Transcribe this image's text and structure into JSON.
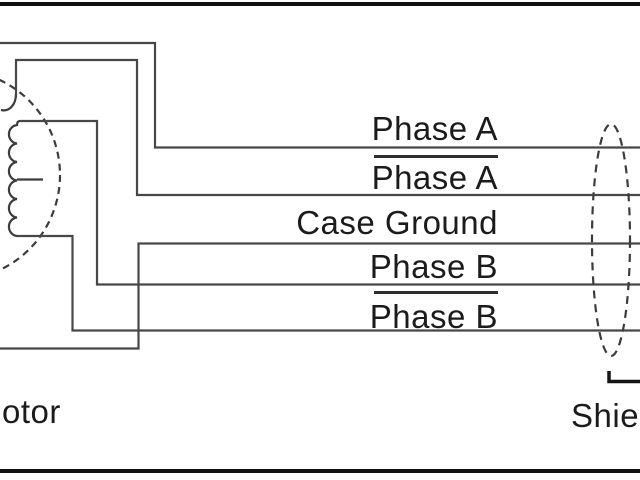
{
  "diagram": {
    "type": "stepper-motor-wiring-diagram",
    "motor": {
      "label": "Motor"
    },
    "shield": {
      "label": "Shield"
    },
    "wires": {
      "phase_a": {
        "label": "Phase A",
        "overline": false
      },
      "phase_a_bar": {
        "label": "Phase A",
        "overline": true
      },
      "case_ground": {
        "label": "Case Ground",
        "overline": false
      },
      "phase_b": {
        "label": "Phase B",
        "overline": false
      },
      "phase_b_bar": {
        "label": "Phase B",
        "overline": true
      }
    },
    "colors": {
      "background": "#ffffff",
      "wire": "#474747",
      "coil": "#3c3c3c",
      "dashed_outline": "#3c3c3c",
      "border_rule": "#101010",
      "text": "#1b1b1b"
    }
  }
}
